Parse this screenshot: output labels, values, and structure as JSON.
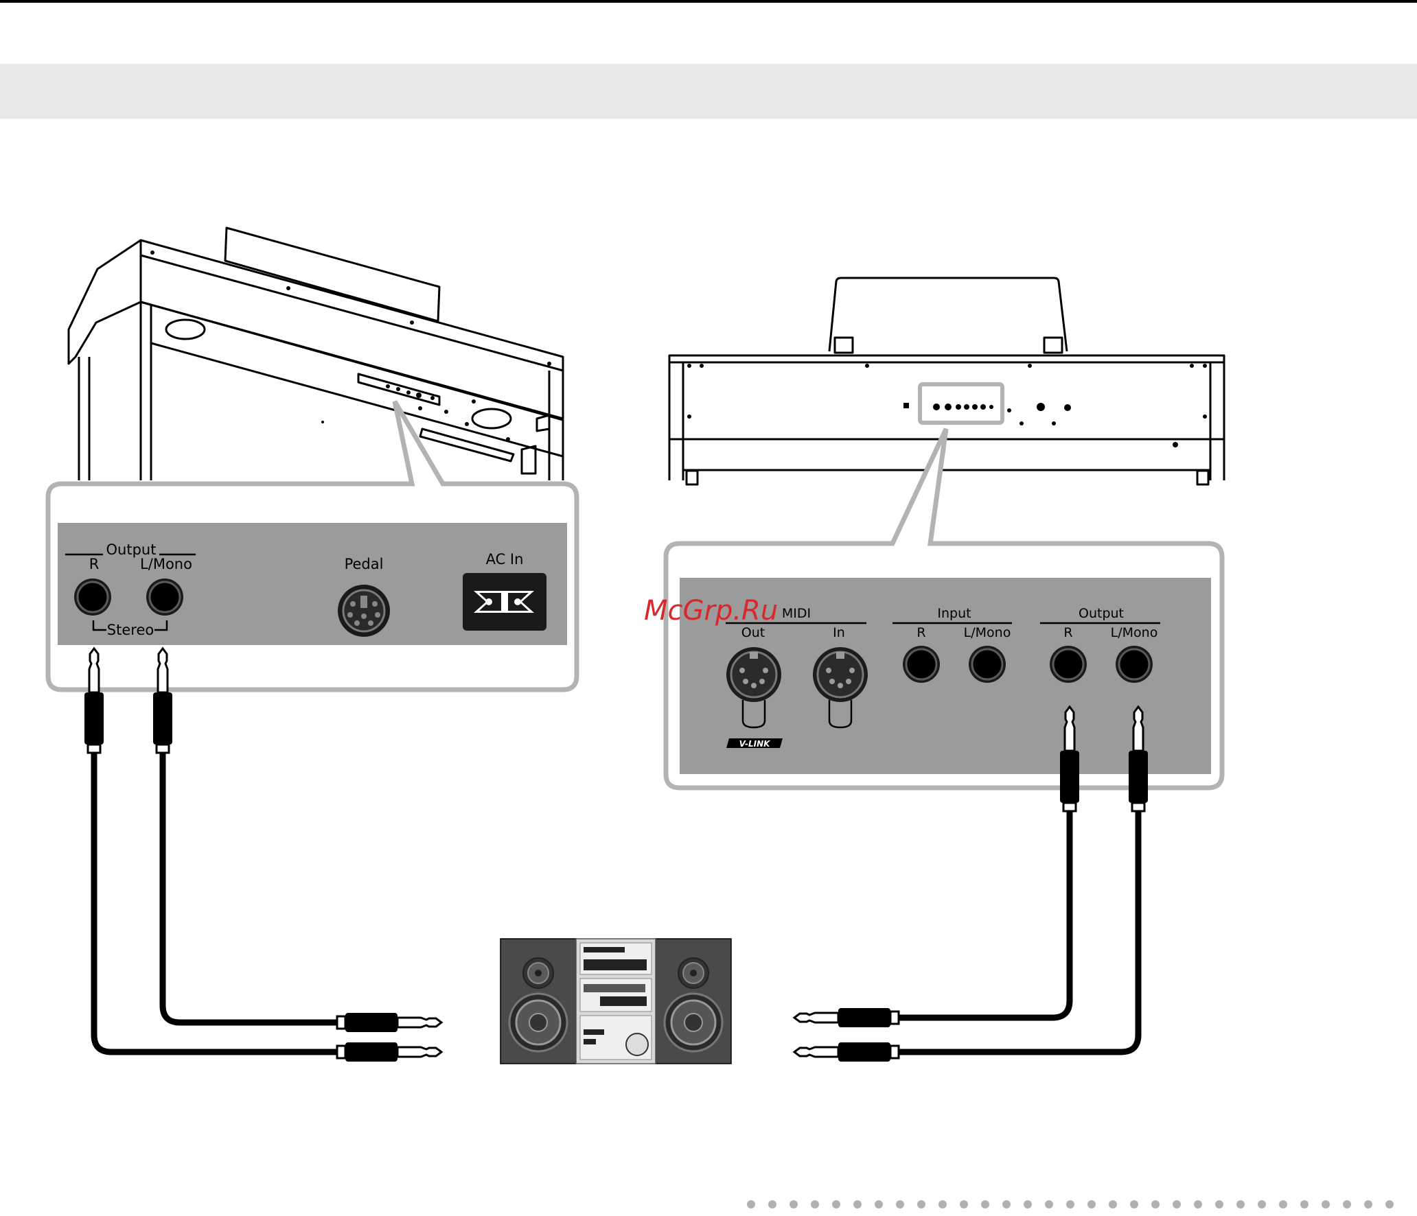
{
  "left_panel": {
    "output_title": "Output",
    "r_label": "R",
    "lmono_label": "L/Mono",
    "stereo_label": "Stereo",
    "pedal_label": "Pedal",
    "acin_label": "AC In"
  },
  "right_panel": {
    "midi_title": "MIDI",
    "midi_out": "Out",
    "midi_in": "In",
    "vlink_logo": "V-LINK",
    "input_title": "Input",
    "input_r": "R",
    "input_lmono": "L/Mono",
    "output_title": "Output",
    "output_r": "R",
    "output_lmono": "L/Mono"
  },
  "watermark": "McGrp.Ru",
  "colors": {
    "panel_gray": "#9b9b9b",
    "callout_border": "#b3b3b3",
    "header_band": "#e8e8e8",
    "watermark_red": "#d8282c"
  }
}
